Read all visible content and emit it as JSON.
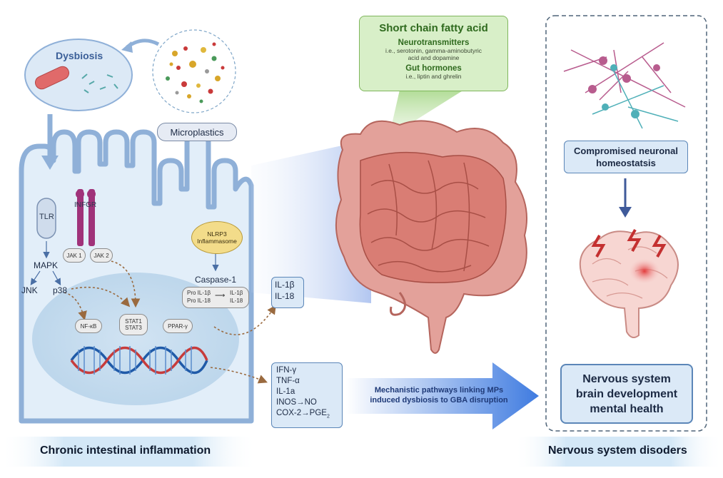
{
  "dysbiosis": {
    "label": "Dysbiosis"
  },
  "microplastics": {
    "label": "Microplastics"
  },
  "cell": {
    "tlr": "TLR",
    "infgr": "INFGR",
    "jak1": "JAK 1",
    "jak2": "JAK 2",
    "mapk": "MAPK",
    "jnk": "JNK",
    "p38": "p38",
    "nlrp3_line1": "NLRP3",
    "nlrp3_line2": "Inflammasome",
    "caspase": "Caspase-1",
    "pro_il1b": "Pro IL-1β",
    "pro_il18": "Pro IL-18",
    "il1b_small": "IL-1β",
    "il18_small": "IL-18",
    "nfkb": "NF-κB",
    "stat1": "STAT1",
    "stat3": "STAT3",
    "ppar": "PPAR-γ"
  },
  "cytokines_box1": {
    "line1": "IL-1β",
    "line2": "IL-18"
  },
  "cytokines_box2": {
    "l1": "IFN-γ",
    "l2": "TNF-α",
    "l3": "IL-1a",
    "l4": "INOS→NO",
    "l5": "COX-2→PGE",
    "l5_sub": "2"
  },
  "scfa": {
    "title": "Short chain fatty acid",
    "neuro_title": "Neurotransmitters",
    "neuro_sub1": "i.e., serotonin, gamma-aminobutyric",
    "neuro_sub2": "acid and dopamine",
    "gut_title": "Gut hormones",
    "gut_sub": "i.e., liptin and ghrelin"
  },
  "arrow_text": {
    "line1": "Mechanistic pathways linking MPs",
    "line2": "induced dysbiosis to GBA disruption"
  },
  "neuronal": {
    "line1": "Compromised neuronal",
    "line2": "homeostatsis"
  },
  "nervous": {
    "line1": "Nervous system",
    "line2": "brain development",
    "line3": "mental health"
  },
  "footer_left": "Chronic intestinal inflammation",
  "footer_right": "Nervous system disoders",
  "colors": {
    "cell_border": "#8fb0d8",
    "cell_fill": "#e2eef9",
    "accent_blue": "#3d6fd0",
    "gut_pink": "#d98a84",
    "green_box": "#d8efc8"
  }
}
